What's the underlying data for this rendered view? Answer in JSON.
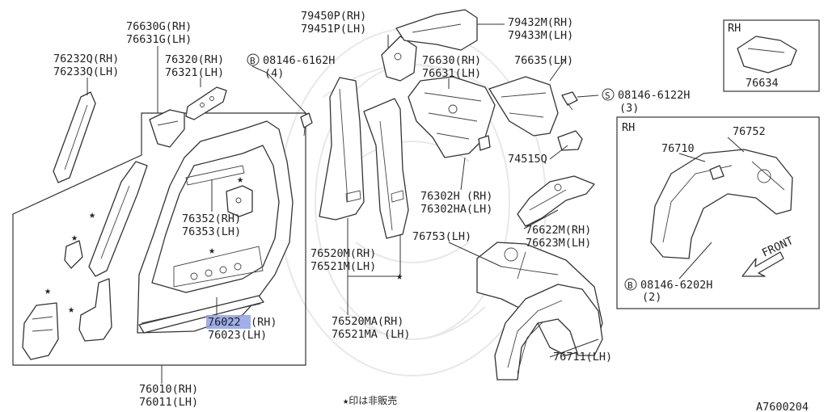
{
  "labels": {
    "p76630g": "76630G(RH)",
    "p76631g": "76631G(LH)",
    "p76232q": "76232Q(RH)",
    "p76233q": "76233Q(LH)",
    "p76320": "76320(RH)",
    "p76321": "76321(LH)",
    "bolt_a_code": "08146-6162H",
    "bolt_a_qty": "(4)",
    "p79450p": "79450P(RH)",
    "p79451p": "79451P(LH)",
    "p79432m": "79432M(RH)",
    "p79433m": "79433M(LH)",
    "p76630": "76630(RH)",
    "p76631": "76631(LH)",
    "p76635": "76635(LH)",
    "screw_code": "08146-6122H",
    "screw_qty": "(3)",
    "p76634_tag": "RH",
    "p76634": "76634",
    "rh_box_tag": "RH",
    "p76710": "76710",
    "p76752": "76752",
    "p74515q": "74515Q",
    "p76302h": "76302H  (RH)",
    "p76302ha": "76302HA(LH)",
    "p76352": "76352(RH)",
    "p76353": "76353(LH)",
    "p76622m": "76622M(RH)",
    "p76623m": "76623M(LH)",
    "p76753": "76753(LH)",
    "front": "FRONT",
    "bolt_b_code": "08146-6202H",
    "bolt_b_qty": "(2)",
    "p76520m": "76520M(RH)",
    "p76521m": "76521M(LH)",
    "p76022_code": "76022",
    "p76022_side": "(RH)",
    "p76023": "76023(LH)",
    "p76520ma": "76520MA(RH)",
    "p76521ma": "76521MA (LH)",
    "p76711": "76711(LH)",
    "p76010": "76010(RH)",
    "p76011": "76011(LH)",
    "star_note": "★印は非販売",
    "figure_id": "A7600204",
    "circle_b": "B",
    "circle_s": "S",
    "star": "★"
  },
  "colors": {
    "highlight": "#8ea2e8",
    "line": "#333333",
    "watermark": "#e8e8e8"
  }
}
